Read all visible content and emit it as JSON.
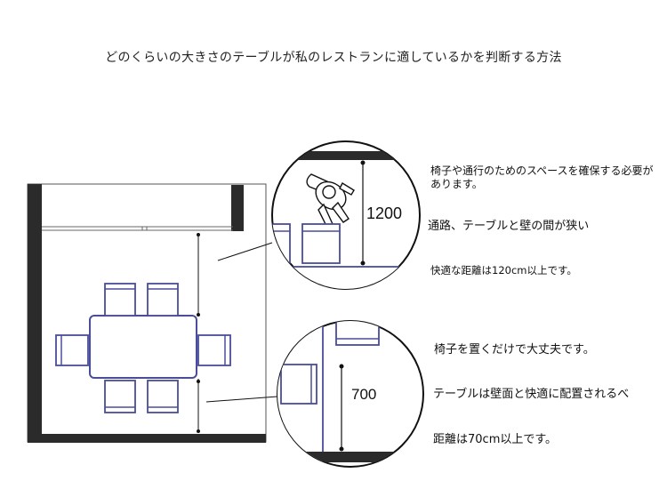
{
  "title": "どのくらいの大きさのテーブルが私のレストランに適しているかを判断する方法",
  "dimensions": {
    "top_clearance": "1200",
    "side_clearance": "700"
  },
  "notes_top": [
    "椅子や通行のためのスペースを確保する必要があります。",
    "通路、テーブルと壁の間が狭い",
    "快適な距離は120cm以上です。"
  ],
  "notes_bottom": [
    "椅子を置くだけで大丈夫です。",
    "テーブルは壁面と快適に配置されるべ",
    "距離は70cm以上です。"
  ],
  "colors": {
    "wall": "#2b2b2b",
    "furniture": "#4a4d9a",
    "line": "#111111"
  }
}
